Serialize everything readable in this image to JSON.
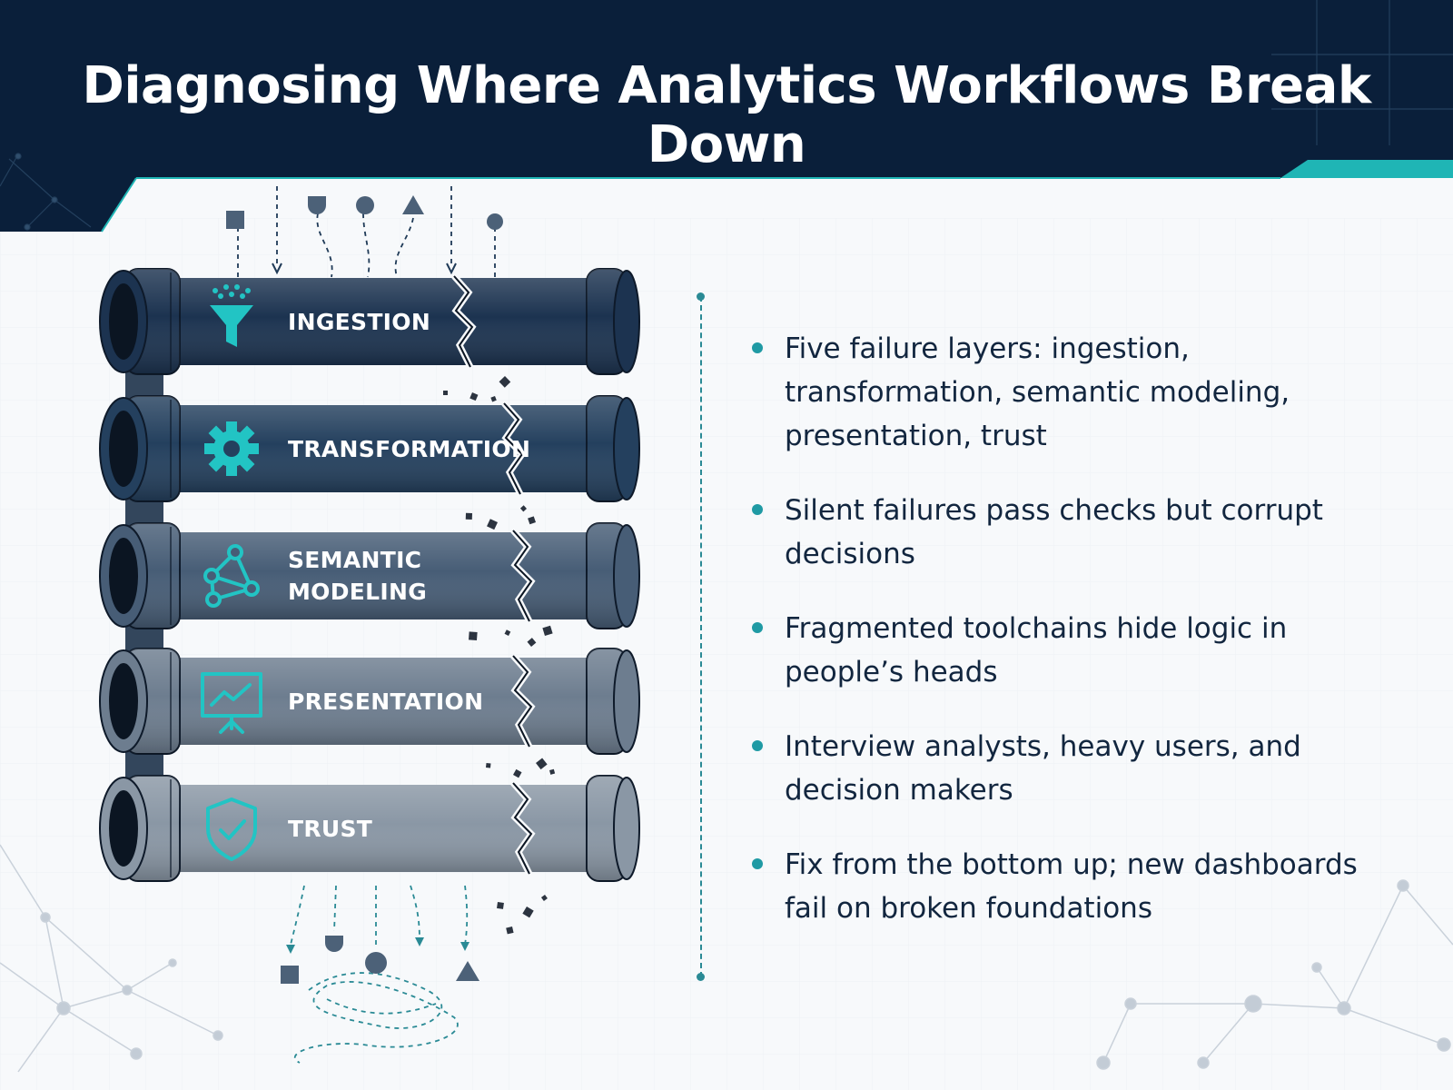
{
  "title": "Diagnosing Where Analytics Workflows Break Down",
  "colors": {
    "header_bg": "#0a1f3a",
    "accent_teal": "#1fb5b5",
    "pipe_1": "#1c3350",
    "pipe_2": "#24405e",
    "pipe_3": "#475d76",
    "pipe_4": "#6d7d8f",
    "pipe_5": "#8a97a5",
    "icon_teal": "#22c4c4",
    "bullet_text": "#12263f"
  },
  "layers": [
    {
      "label_lines": [
        "INGESTION"
      ],
      "icon": "funnel-icon"
    },
    {
      "label_lines": [
        "TRANSFORMATION"
      ],
      "icon": "gear-icon"
    },
    {
      "label_lines": [
        "SEMANTIC",
        "MODELING"
      ],
      "icon": "network-nodes-icon"
    },
    {
      "label_lines": [
        "PRESENTATION"
      ],
      "icon": "presentation-chart-icon"
    },
    {
      "label_lines": [
        "TRUST"
      ],
      "icon": "shield-check-icon"
    }
  ],
  "bullets": [
    "Five failure layers: ingestion, transformation, semantic modeling, presentation, trust",
    "Silent failures pass checks but corrupt decisions",
    "Fragmented toolchains hide logic in people’s heads",
    "Interview analysts, heavy users, and decision makers",
    "Fix from the bottom up; new dashboards fail on broken foundations"
  ]
}
